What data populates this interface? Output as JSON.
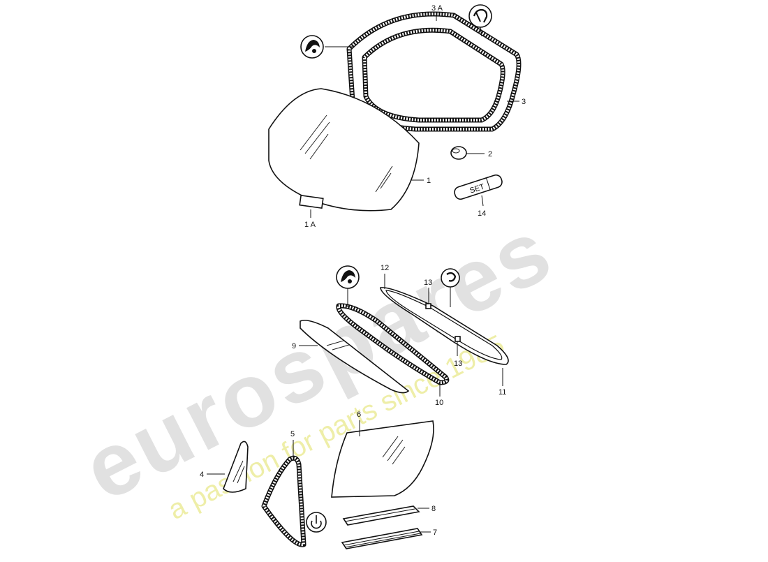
{
  "watermark": {
    "brand": "eurospares",
    "tagline": "a passion for parts since 1985"
  },
  "callouts": {
    "p1": "1",
    "p1a": "1 A",
    "p2": "2",
    "p3": "3",
    "p3a": "3 A",
    "p4": "4",
    "p5": "5",
    "p6": "6",
    "p7": "7",
    "p8": "8",
    "p9": "9",
    "p10": "10",
    "p11": "11",
    "p12": "12",
    "p13_upper": "13",
    "p13_lower": "13",
    "p14": "14"
  },
  "tube_label": "SET",
  "colors": {
    "line": "#111111",
    "watermark_gray": "#dcdcdc",
    "watermark_yellow": "#ecec9a"
  },
  "icons": [
    "seal-kit-icon",
    "adhesive-icon",
    "spring-clip-icon",
    "reference-symbol-icon"
  ]
}
